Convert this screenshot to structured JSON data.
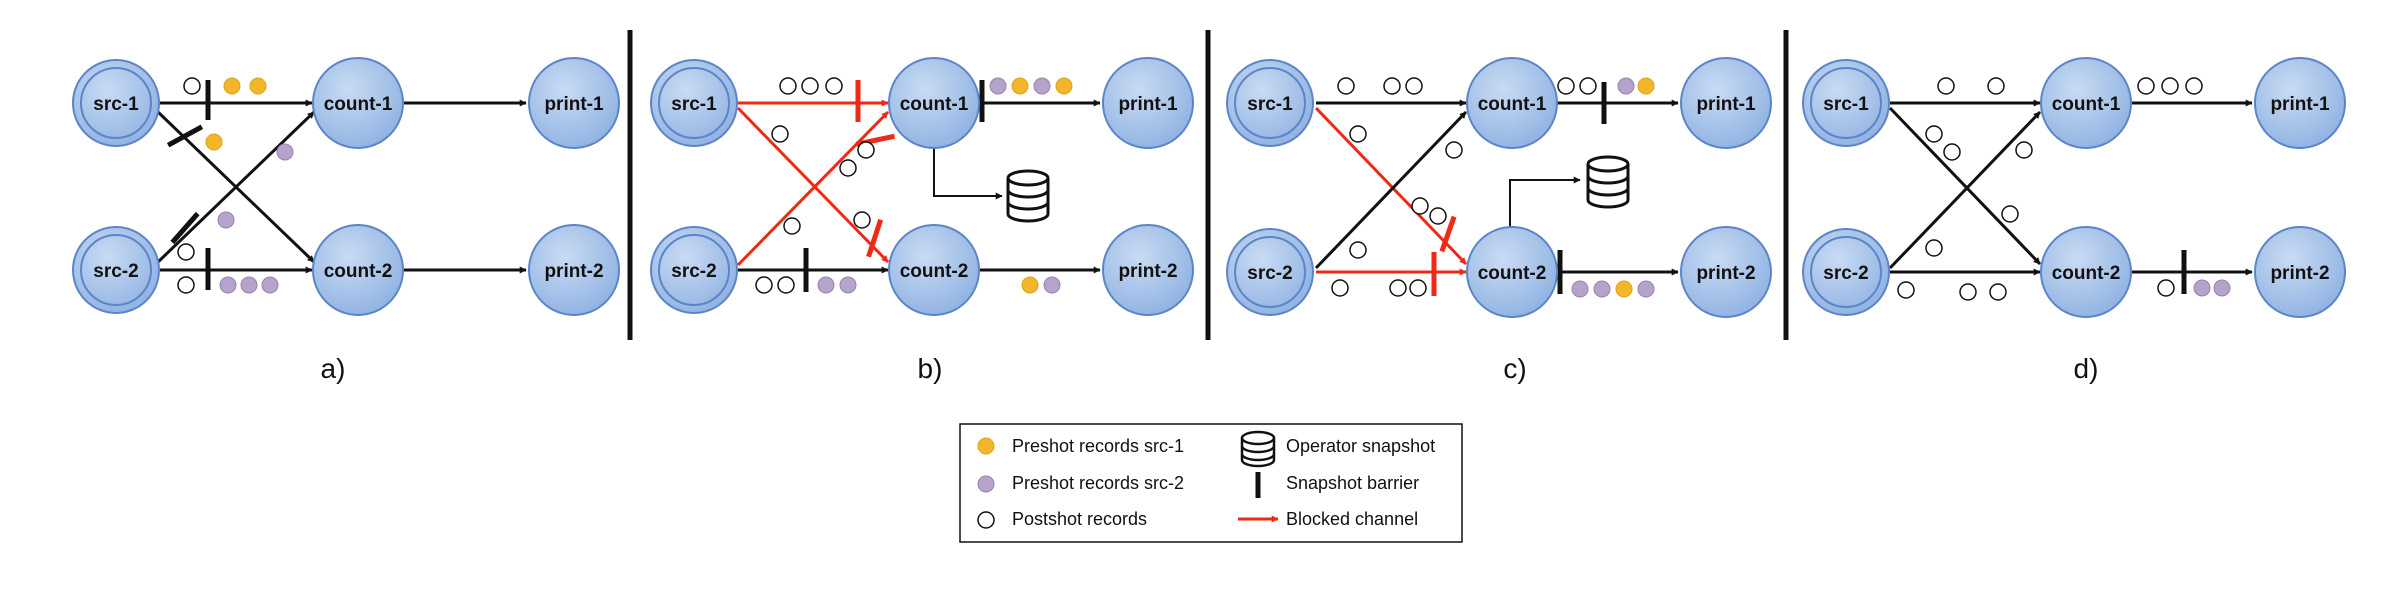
{
  "colors": {
    "node_fill": "#a9c4ea",
    "node_inner": "#7fa6dc",
    "node_stroke": "#5b85c8",
    "edge": "#111111",
    "blocked": "#ee2a16",
    "preshot_src1": "#f2b62d",
    "preshot_src2": "#b6a3cc",
    "postshot": "#ffffff"
  },
  "panels": [
    {
      "id": "a",
      "caption": "a)",
      "nodes": {
        "src1": "src-1",
        "src2": "src-2",
        "count1": "count-1",
        "count2": "count-2",
        "print1": "print-1",
        "print2": "print-2"
      }
    },
    {
      "id": "b",
      "caption": "b)",
      "nodes": {
        "src1": "src-1",
        "src2": "src-2",
        "count1": "count-1",
        "count2": "count-2",
        "print1": "print-1",
        "print2": "print-2"
      }
    },
    {
      "id": "c",
      "caption": "c)",
      "nodes": {
        "src1": "src-1",
        "src2": "src-2",
        "count1": "count-1",
        "count2": "count-2",
        "print1": "print-1",
        "print2": "print-2"
      }
    },
    {
      "id": "d",
      "caption": "d)",
      "nodes": {
        "src1": "src-1",
        "src2": "src-2",
        "count1": "count-1",
        "count2": "count-2",
        "print1": "print-1",
        "print2": "print-2"
      }
    }
  ],
  "legend": {
    "preshot_src1": "Preshot records src-1",
    "preshot_src2": "Preshot records src-2",
    "postshot": "Postshot records",
    "operator_snapshot": "Operator snapshot",
    "snapshot_barrier": "Snapshot barrier",
    "blocked_channel": "Blocked channel"
  }
}
